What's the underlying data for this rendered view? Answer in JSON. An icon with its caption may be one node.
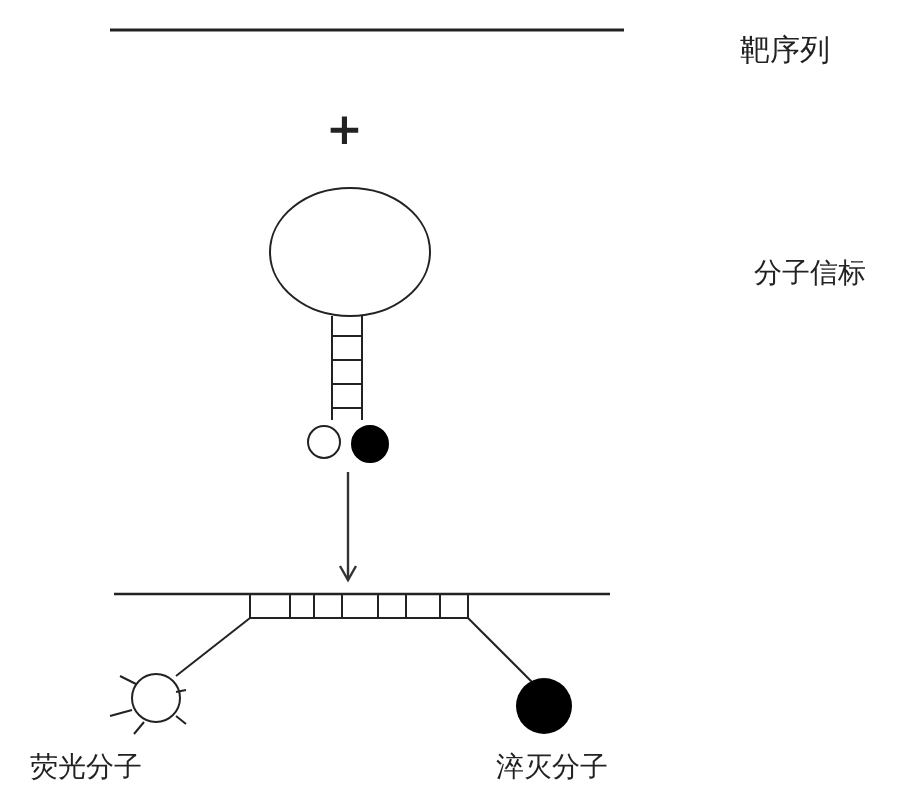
{
  "diagram": {
    "nodes": [
      {
        "text": [],
        "shape": "picture"
      },
      {
        "text": [],
        "shape": "picture"
      }
    ],
    "edges": [
      {
        "from": 0,
        "to": 1,
        "arrow": "to"
      }
    ],
    "labels": [
      "靶序列",
      "+",
      "分子信标",
      "荧光分子",
      "淬灭分子"
    ]
  }
}
